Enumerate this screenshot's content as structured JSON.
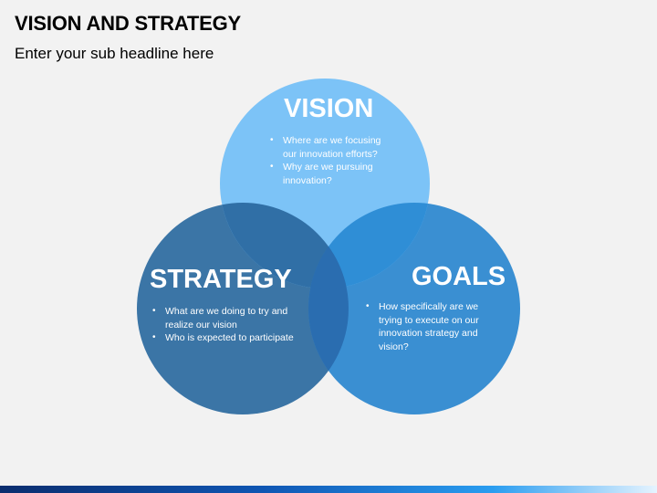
{
  "slide": {
    "title": "VISION AND STRATEGY",
    "subtitle": "Enter your sub headline here"
  },
  "colors": {
    "background": "#f2f2f2",
    "vision_circle": "#7cc3f7",
    "strategy_circle": "#3b75a6",
    "goals_circle": "#3a8fd2",
    "overlap_vision_strategy": "#306fa6",
    "overlap_vision_goals": "#2f8ed6",
    "overlap_center": "#2a6db0"
  },
  "circles": {
    "vision": {
      "heading": "VISION",
      "bullets": [
        "Where are we focusing our innovation efforts?",
        "Why are we pursuing innovation?"
      ]
    },
    "strategy": {
      "heading": "STRATEGY",
      "bullets": [
        "What are we doing to try and realize our vision",
        "Who is expected to participate"
      ]
    },
    "goals": {
      "heading": "GOALS",
      "bullets": [
        "How specifically are we trying to execute on our innovation strategy and vision?"
      ]
    }
  }
}
